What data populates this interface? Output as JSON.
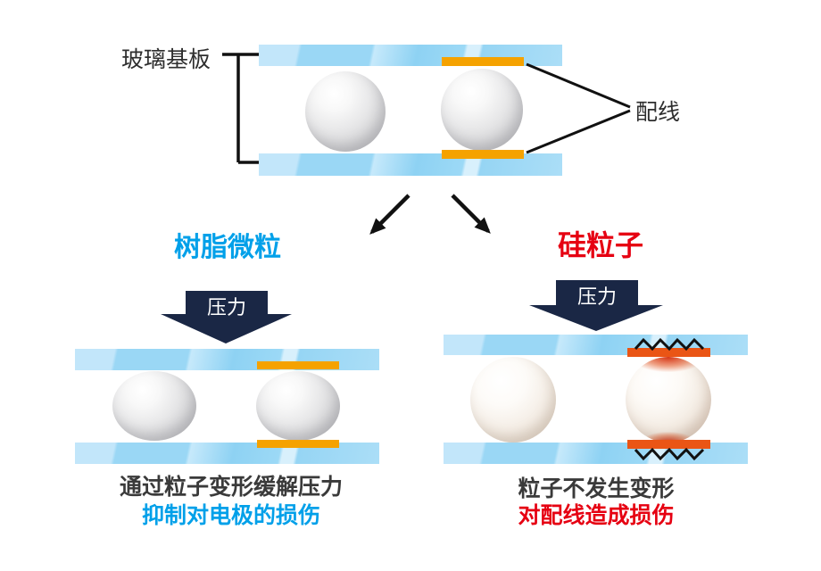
{
  "diagram": {
    "top_section": {
      "glass_substrate_label": "玻璃基板",
      "wiring_label": "配线"
    },
    "left_branch": {
      "title": "树脂微粒",
      "pressure_label": "压力",
      "caption_line1": "通过粒子变形缓解压力",
      "caption_line2": "抑制对电极的损伤"
    },
    "right_branch": {
      "title": "硅粒子",
      "pressure_label": "压力",
      "caption_line1": "粒子不发生变形",
      "caption_line2": "对配线造成损伤"
    },
    "colors": {
      "resin_title": "#00a0e9",
      "silicon_title": "#e60012",
      "caption_dark": "#3a3a3a",
      "caption_blue": "#00a0e9",
      "caption_red": "#e60012",
      "glass_blue": "#9dd8f6",
      "electrode_orange": "#f5a200",
      "electrode_damaged": "#ea5515",
      "pressure_navy": "#1a2745",
      "line_black": "#111111"
    }
  }
}
